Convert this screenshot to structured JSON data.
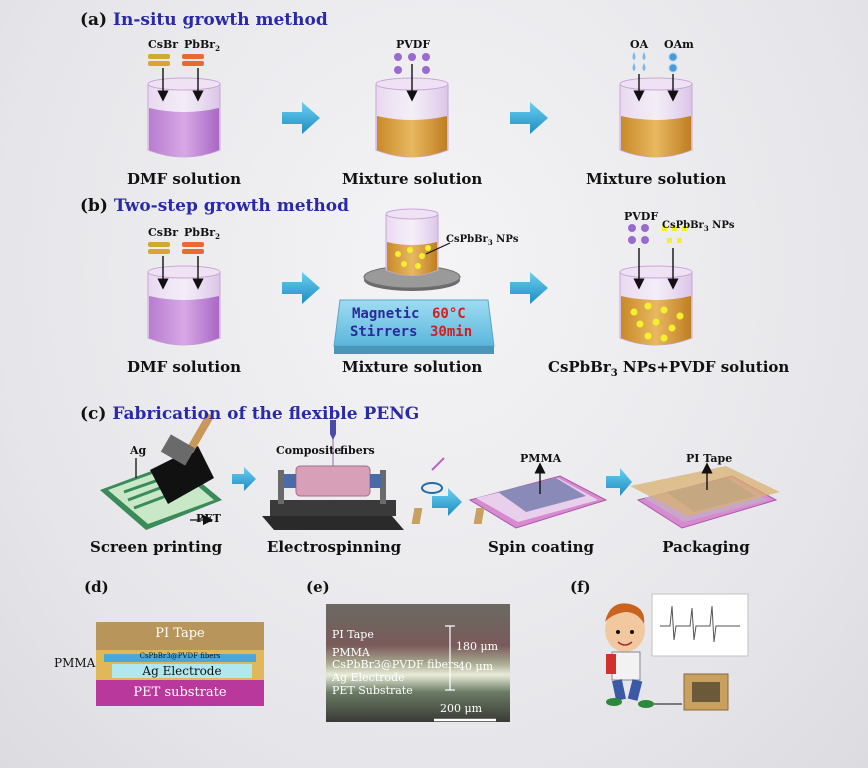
{
  "panel_a": {
    "letter": "(a)",
    "title": "In-situ growth method",
    "step1": {
      "reagent1": "CsBr",
      "reagent2": "PbBr",
      "reagent2_sub": "2",
      "caption": "DMF solution"
    },
    "step2": {
      "reagent": "PVDF",
      "caption": "Mixture solution"
    },
    "step3": {
      "reagent1": "OA",
      "reagent2": "OAm",
      "caption": "Mixture solution"
    }
  },
  "panel_b": {
    "letter": "(b)",
    "title": "Two-step growth method",
    "step1": {
      "reagent1": "CsBr",
      "reagent2": "PbBr",
      "reagent2_sub": "2",
      "caption": "DMF solution"
    },
    "step2": {
      "np_label": "CsPbBr",
      "np_sub": "3",
      "np_suffix": " NPs",
      "stirrer_line1": "Magnetic",
      "stirrer_line2": "Stirrers",
      "temp": "60°C",
      "time": "30min",
      "caption": "Mixture solution"
    },
    "step3": {
      "reagent1": "PVDF",
      "reagent2": "CsPbBr",
      "reagent2_sub": "3",
      "reagent2_suffix": " NPs",
      "caption_pre": "CsPbBr",
      "caption_sub": "3",
      "caption_post": " NPs+PVDF solution"
    }
  },
  "panel_c": {
    "letter": "(c)",
    "title": "Fabrication of the flexible PENG",
    "steps": [
      {
        "caption": "Screen printing",
        "label_ag": "Ag",
        "label_pet": "PET"
      },
      {
        "caption": "Electrospinning",
        "label_fibers_1": "Composite",
        "label_fibers_2": "fibers"
      },
      {
        "caption": "Spin coating",
        "label_pmma": "PMMA"
      },
      {
        "caption": "Packaging",
        "label_tape": "PI Tape"
      }
    ]
  },
  "panel_d": {
    "letter": "(d)",
    "side_label": "PMMA",
    "layers": [
      "PI Tape",
      "CsPbBr3@PVDF fibers",
      "Ag Electrode",
      "PET substrate"
    ]
  },
  "panel_e": {
    "letter": "(e)",
    "layers": [
      "PI Tape",
      "PMMA",
      "CsPbBr3@PVDF fibers",
      "Ag Electrode",
      "PET Substrate"
    ],
    "thickness_total": "180 μm",
    "thickness_fiber": "40 μm",
    "scale_bar": "200 μm"
  },
  "panel_f": {
    "letter": "(f)"
  },
  "colors": {
    "heading_blue": "#2a2aa8",
    "arrow_cyan": "#2fa8d8",
    "beaker_purple": "#c89ad8",
    "solution_orange": "#d9a24a",
    "np_yellow": "#f4f030",
    "pi_tape": "#b8955a",
    "ag_electrode": "#b0e8f0",
    "pet_substrate": "#b8389c"
  }
}
